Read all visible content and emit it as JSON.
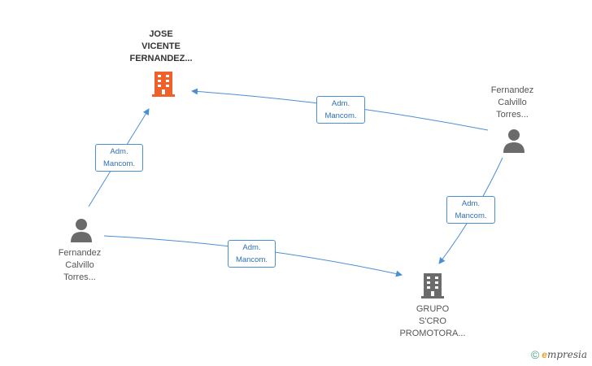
{
  "nodes": {
    "company_top": {
      "label_lines": [
        "JOSE",
        "VICENTE",
        "FERNANDEZ..."
      ],
      "icon": "building-icon",
      "color": "#f0602a"
    },
    "person_right": {
      "label_lines": [
        "Fernandez",
        "Calvillo",
        "Torres..."
      ],
      "icon": "person-icon",
      "color": "#6b6b6b"
    },
    "person_left": {
      "label_lines": [
        "Fernandez",
        "Calvillo",
        "Torres..."
      ],
      "icon": "person-icon",
      "color": "#6b6b6b"
    },
    "company_bottom": {
      "label_lines": [
        "GRUPO",
        "S'CRO",
        "PROMOTORA..."
      ],
      "icon": "building-icon",
      "color": "#6b6b6b"
    }
  },
  "edges": [
    {
      "from": "person_left",
      "to": "company_top",
      "label_lines": [
        "Adm.",
        "Mancom."
      ]
    },
    {
      "from": "person_right",
      "to": "company_top",
      "label_lines": [
        "Adm.",
        "Mancom."
      ]
    },
    {
      "from": "person_right",
      "to": "company_bottom",
      "label_lines": [
        "Adm.",
        "Mancom."
      ]
    },
    {
      "from": "person_left",
      "to": "company_bottom",
      "label_lines": [
        "Adm.",
        "Mancom."
      ]
    }
  ],
  "edge_color": "#4a8fd6",
  "footer": {
    "copyright_symbol": "©",
    "brand_initial": "e",
    "brand_rest": "mpresia"
  }
}
